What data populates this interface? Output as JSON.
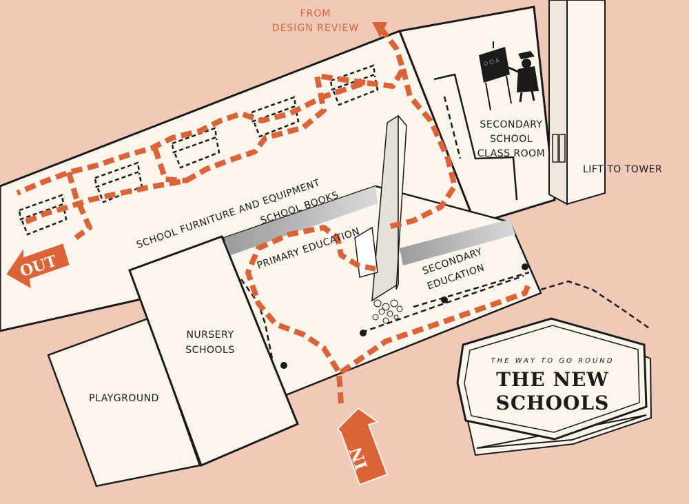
{
  "labels": {
    "from_line1": "FROM",
    "from_line2": "DESIGN REVIEW",
    "out": "OUT",
    "in": "IN",
    "furniture": "SCHOOL FURNITURE AND EQUIPMENT",
    "books": "SCHOOL BOOKS",
    "primary": "PRIMARY EDUCATION",
    "secondary_line1": "SECONDARY",
    "secondary_line2": "EDUCATION",
    "classroom_line1": "SECONDARY",
    "classroom_line2": "SCHOOL",
    "classroom_line3": "CLASS ROOM",
    "lift": "LIFT TO TOWER",
    "nursery_line1": "NURSERY",
    "nursery_line2": "SCHOOLS",
    "playground": "PLAYGROUND"
  },
  "title_badge": {
    "subtitle": "THE WAY TO GO ROUND",
    "line1": "THE NEW",
    "line2": "SCHOOLS"
  },
  "colors": {
    "background": "#f1c9b8",
    "route": "#d9643a",
    "building": "#fbf5ec",
    "ink": "#1a1a1a"
  }
}
